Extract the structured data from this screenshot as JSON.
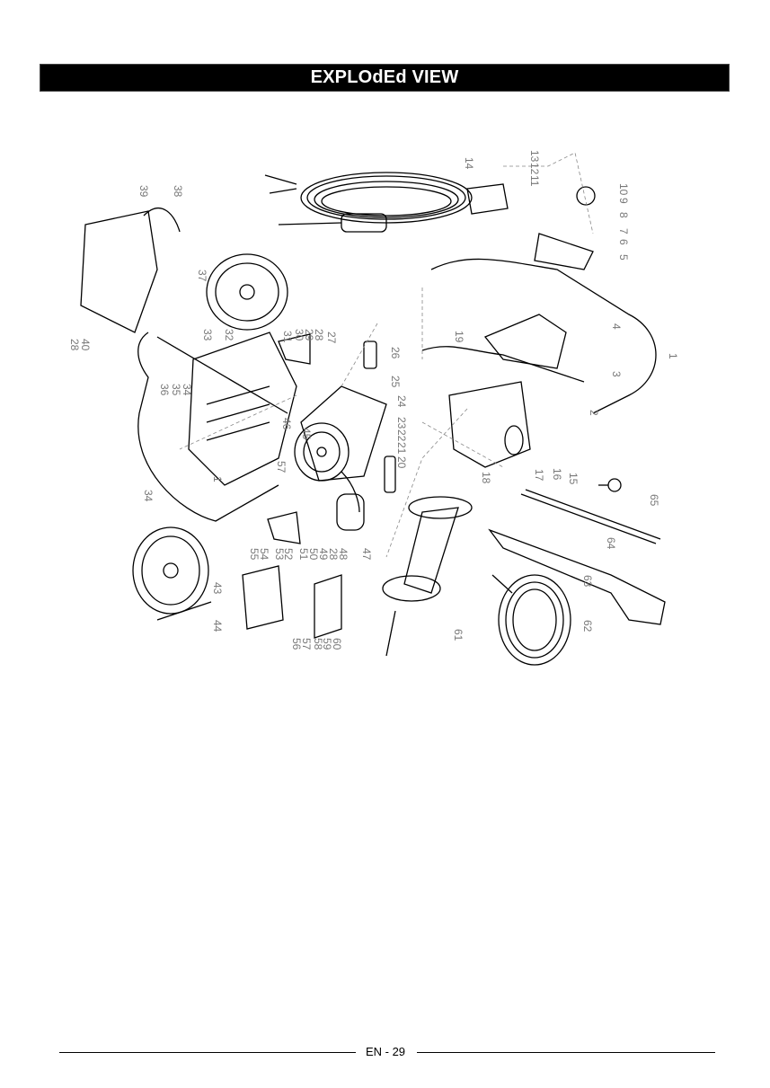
{
  "page": {
    "title": "EXPLOdEd VIEW",
    "page_number": "EN - 29"
  },
  "diagram": {
    "labels": [
      "1",
      "2",
      "3",
      "4",
      "5",
      "6",
      "7",
      "8",
      "9",
      "10",
      "11",
      "12",
      "13",
      "14",
      "15",
      "16",
      "17",
      "18",
      "19",
      "20",
      "21",
      "22",
      "23",
      "24",
      "25",
      "26",
      "27",
      "28",
      "29",
      "30",
      "31",
      "32",
      "33",
      "34",
      "35",
      "36",
      "37",
      "38",
      "39",
      "40",
      "28",
      "34",
      "43",
      "44",
      "45",
      "46",
      "47",
      "48",
      "49",
      "50",
      "51",
      "52",
      "53",
      "54",
      "55",
      "56",
      "57",
      "58",
      "59",
      "60",
      "61",
      "62",
      "63",
      "64",
      "65",
      "57",
      "28",
      "1"
    ]
  }
}
